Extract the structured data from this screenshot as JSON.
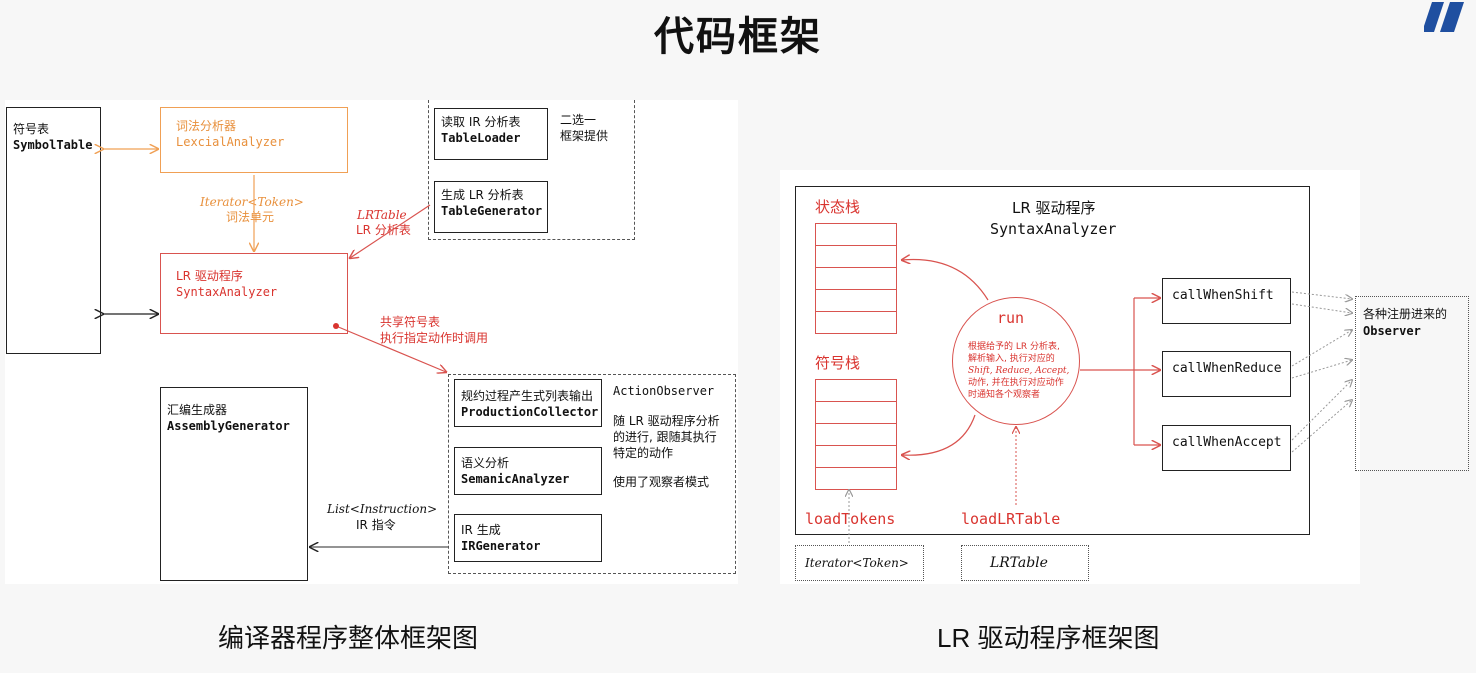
{
  "slide": {
    "title": "代码框架"
  },
  "left": {
    "caption": "编译器程序整体框架图",
    "symbol_table": {
      "line1": "符号表",
      "line2": "SymbolTable"
    },
    "lexer": {
      "line1": "词法分析器",
      "line2": "LexcialAnalyzer"
    },
    "iterator_label": {
      "line1": "Iterator<Token>",
      "line2": "词法单元"
    },
    "lrtable_label": {
      "line1": "LRTable",
      "line2": "LR 分析表"
    },
    "syntax": {
      "line1": "LR 驱动程序",
      "line2": "SyntaxAnalyzer"
    },
    "shared_label": {
      "line1": "共享符号表",
      "line2": "执行指定动作时调用"
    },
    "table_loader": {
      "line1": "读取 IR 分析表",
      "line2": "TableLoader"
    },
    "table_generator": {
      "line1": "生成 LR 分析表",
      "line2": "TableGenerator"
    },
    "choice_note": {
      "line1": "二选一",
      "line2": "框架提供"
    },
    "assembly": {
      "line1": "汇编生成器",
      "line2": "AssemblyGenerator"
    },
    "production": {
      "line1": "规约过程产生式列表输出",
      "line2": "ProductionCollector"
    },
    "semantic": {
      "line1": "语义分析",
      "line2": "SemanicAnalyzer"
    },
    "irgen": {
      "line1": "IR 生成",
      "line2": "IRGenerator"
    },
    "action_observer": {
      "name": "ActionObserver",
      "desc1": "随 LR 驱动程序分析",
      "desc2": "的进行, 跟随其执行",
      "desc3": "特定的动作",
      "desc4": "使用了观察者模式"
    },
    "instr_label": {
      "line1": "List<Instruction>",
      "line2": "IR 指令"
    }
  },
  "right": {
    "caption": "LR 驱动程序框架图",
    "title1": "LR 驱动程序",
    "title2": "SyntaxAnalyzer",
    "state_stack": "状态栈",
    "symbol_stack": "符号栈",
    "run": {
      "label": "run",
      "d1": "根据给予的 LR 分析表,",
      "d2": "解析输入, 执行对应的",
      "d3": "Shift, Reduce, Accept,",
      "d4": "动作, 并在执行对应动作",
      "d5": "时通知各个观察者"
    },
    "shift": "callWhenShift",
    "reduce": "callWhenReduce",
    "accept": "callWhenAccept",
    "observer": {
      "line1": "各种注册进来的",
      "line2": "Observer"
    },
    "load_tokens": "loadTokens",
    "load_lrtable": "loadLRTable",
    "iter_box": "Iterator<Token>",
    "lrtable_box": "LRTable"
  }
}
